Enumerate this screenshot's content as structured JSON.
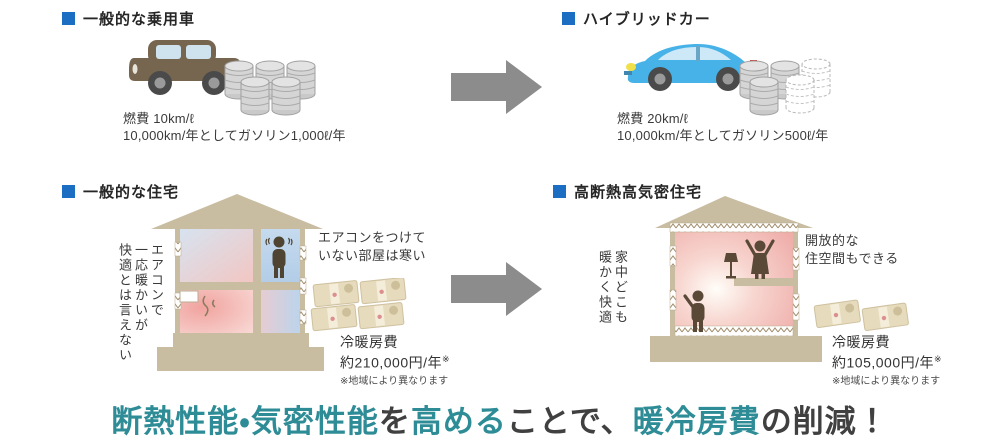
{
  "colors": {
    "header_square_blue": "#1b6ec2",
    "headline_teal": "#2e8c96",
    "headline_dark": "#404040",
    "arrow_gray": "#8c8c8c",
    "house_beige": "#c8bca1",
    "warm_pink": "#f2aca8",
    "cold_blue": "#b9d2ea",
    "car_brown": "#76654f",
    "car_blue": "#47b2e8"
  },
  "car_normal": {
    "title": "一般的な乗用車",
    "fuel_line1": "燃費 10km/ℓ",
    "fuel_line2": "10,000km/年としてガソリン1,000ℓ/年"
  },
  "car_hybrid": {
    "title": "ハイブリッドカー",
    "fuel_line1": "燃費 20km/ℓ",
    "fuel_line2": "10,000km/年としてガソリン500ℓ/年"
  },
  "house_normal": {
    "title": "一般的な住宅",
    "vertical": [
      "エアコンで",
      "一応暖かいが",
      "快適とは言えない"
    ],
    "note_line1": "エアコンをつけて",
    "note_line2": "いない部屋は寒い",
    "cost_label": "冷暖房費",
    "cost_value": "約210,000円/年",
    "cost_mark": "※",
    "cost_note": "※地域により異なります"
  },
  "house_insulated": {
    "title": "高断熱高気密住宅",
    "vertical": [
      "家中どこも",
      "暖かく快適"
    ],
    "note_line1": "開放的な",
    "note_line2": "住空間もできる",
    "cost_label": "冷暖房費",
    "cost_value": "約105,000円/年",
    "cost_mark": "※",
    "cost_note": "※地域により異なります"
  },
  "headline": {
    "segments": [
      {
        "text": "断熱性能・気密性能",
        "color": "#2e8c96"
      },
      {
        "text": "を",
        "color": "#404040"
      },
      {
        "text": "高める",
        "color": "#2e8c96"
      },
      {
        "text": "ことで、",
        "color": "#404040"
      },
      {
        "text": "暖冷房費",
        "color": "#2e8c96"
      },
      {
        "text": "の削減！",
        "color": "#404040"
      }
    ]
  }
}
